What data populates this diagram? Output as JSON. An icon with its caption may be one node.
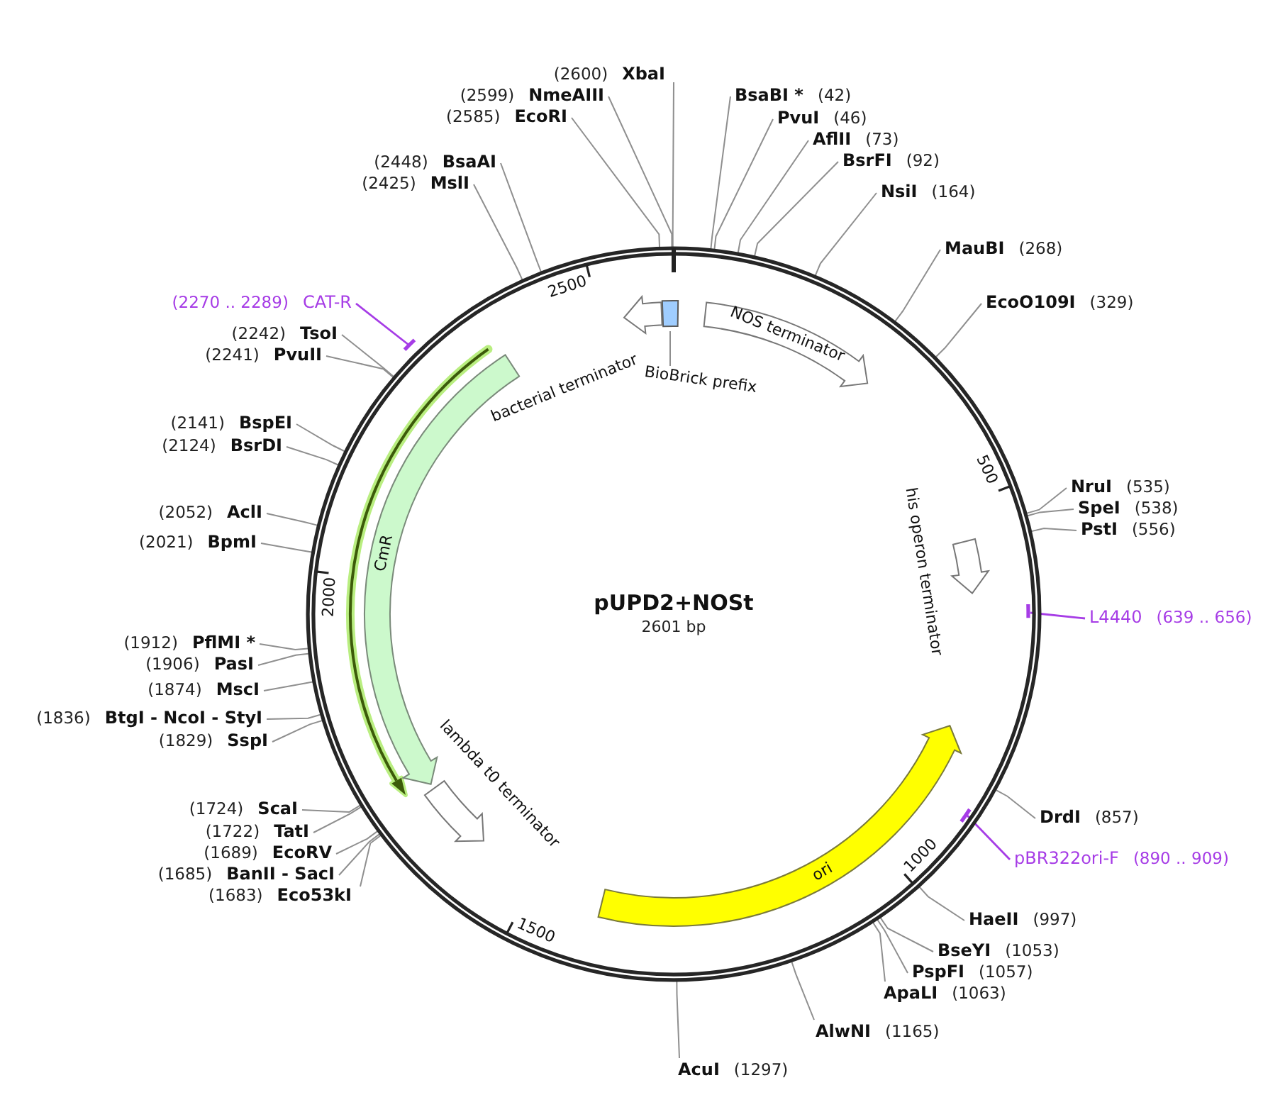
{
  "diagram": {
    "nodes": [
      {
        "text": [
          "pUPD2+NOSt",
          "2601 bp"
        ]
      },
      {
        "text": [],
        "shape": "box",
        "in": 0
      },
      {
        "text": [
          "BioBrick prefix"
        ],
        "in": 0
      },
      {
        "text": [
          "bacterial terminator"
        ],
        "in": 0
      },
      {
        "text": [
          "NOS terminator"
        ],
        "in": 0
      },
      {
        "text": [
          "his operon terminator"
        ],
        "in": 0
      },
      {
        "text": [
          "ori"
        ],
        "in": 0
      },
      {
        "text": [
          "lambda t0 terminator"
        ],
        "in": 0
      },
      {
        "text": [
          "CmR"
        ],
        "in": 0
      },
      {
        "text": [],
        "shape": "bar",
        "in": 0
      },
      {
        "text": [],
        "shape": "bar",
        "in": 0
      },
      {
        "text": [],
        "shape": "bar"
      },
      {
        "text": [
          "BsaBI *",
          "(42)"
        ]
      },
      {
        "text": [
          "PvuI",
          "(46)"
        ]
      },
      {
        "text": [
          "AflII",
          "(73)"
        ]
      },
      {
        "text": [
          "BsrFI",
          "(92)"
        ]
      },
      {
        "text": [
          "NsiI",
          "(164)"
        ]
      },
      {
        "text": [
          "MauBI",
          "(268)"
        ]
      },
      {
        "text": [
          "EcoO109I",
          "(329)"
        ]
      },
      {
        "text": [
          "NruI",
          "(535)"
        ]
      },
      {
        "text": [
          "SpeI",
          "(538)"
        ]
      },
      {
        "text": [
          "PstI",
          "(556)"
        ]
      },
      {
        "text": [
          "L4440",
          "(639 .. 656)"
        ]
      },
      {
        "text": [
          "DrdI",
          "(857)"
        ]
      },
      {
        "text": [
          "pBR322ori-F",
          "(890 .. 909)"
        ]
      },
      {
        "text": [
          "HaeII",
          "(997)"
        ]
      },
      {
        "text": [
          "BseYI",
          "(1053)"
        ]
      },
      {
        "text": [
          "PspFI",
          "(1057)"
        ]
      },
      {
        "text": [
          "ApaLI",
          "(1063)"
        ]
      },
      {
        "text": [
          "AlwNI",
          "(1165)"
        ]
      },
      {
        "text": [
          "AcuI",
          "(1297)"
        ]
      },
      {
        "text": [
          "(1683)",
          "Eco53kI"
        ]
      },
      {
        "text": [
          "(1685)",
          "BanII - SacI"
        ]
      },
      {
        "text": [
          "(1689)",
          "EcoRV"
        ]
      },
      {
        "text": [
          "(1722)",
          "TatI"
        ]
      },
      {
        "text": [
          "(1724)",
          "ScaI"
        ]
      },
      {
        "text": [
          "(1829)",
          "SspI"
        ]
      },
      {
        "text": [
          "(1836)",
          "BtgI - NcoI - StyI"
        ]
      },
      {
        "text": [
          "(1874)",
          "MscI"
        ]
      },
      {
        "text": [
          "(1906)",
          "PasI"
        ]
      },
      {
        "text": [
          "(1912)",
          "PflMI *"
        ]
      },
      {
        "text": [
          "(2021)",
          "BpmI"
        ]
      },
      {
        "text": [
          "(2052)",
          "AclI"
        ]
      },
      {
        "text": [
          "(2124)",
          "BsrDI"
        ]
      },
      {
        "text": [
          "(2141)",
          "BspEI"
        ]
      },
      {
        "text": [
          "(2241)",
          "PvuII"
        ]
      },
      {
        "text": [
          "(2242)",
          "TsoI"
        ]
      },
      {
        "text": [
          "(2270 .. 2289)",
          "CAT-R"
        ]
      },
      {
        "text": [
          "(2425)",
          "MslI"
        ]
      },
      {
        "text": [
          "(2448)",
          "BsaAI"
        ]
      },
      {
        "text": [
          "(2585)",
          "EcoRI"
        ]
      },
      {
        "text": [
          "(2599)",
          "NmeAIII"
        ]
      },
      {
        "text": [
          "(2600)",
          "XbaI"
        ]
      }
    ],
    "edges": [
      {
        "from": 2,
        "to": 1,
        "arrow": "none"
      },
      {
        "from": 12,
        "to": 0,
        "arrow": "none"
      },
      {
        "from": 13,
        "to": 0,
        "arrow": "none"
      },
      {
        "from": 14,
        "to": 0,
        "arrow": "none"
      },
      {
        "from": 15,
        "to": 0,
        "arrow": "none"
      },
      {
        "from": 16,
        "to": 0,
        "arrow": "none"
      },
      {
        "from": 17,
        "to": 0,
        "arrow": "none"
      },
      {
        "from": 18,
        "to": 0,
        "arrow": "none"
      },
      {
        "from": 19,
        "to": 0,
        "arrow": "none"
      },
      {
        "from": 20,
        "to": 0,
        "arrow": "none"
      },
      {
        "from": 21,
        "to": 0,
        "arrow": "none"
      },
      {
        "from": 22,
        "to": 9,
        "arrow": "none",
        "color": "#a63ce6"
      },
      {
        "from": 23,
        "to": 0,
        "arrow": "none"
      },
      {
        "from": 24,
        "to": 10,
        "arrow": "none",
        "color": "#a63ce6"
      },
      {
        "from": 25,
        "to": 0,
        "arrow": "none"
      },
      {
        "from": 26,
        "to": 0,
        "arrow": "none"
      },
      {
        "from": 27,
        "to": 0,
        "arrow": "none"
      },
      {
        "from": 28,
        "to": 0,
        "arrow": "none"
      },
      {
        "from": 29,
        "to": 0,
        "arrow": "none"
      },
      {
        "from": 30,
        "to": 0,
        "arrow": "none"
      },
      {
        "from": 31,
        "to": 0,
        "arrow": "none"
      },
      {
        "from": 32,
        "to": 0,
        "arrow": "none"
      },
      {
        "from": 33,
        "to": 0,
        "arrow": "none"
      },
      {
        "from": 34,
        "to": 0,
        "arrow": "none"
      },
      {
        "from": 35,
        "to": 0,
        "arrow": "none"
      },
      {
        "from": 36,
        "to": 0,
        "arrow": "none"
      },
      {
        "from": 37,
        "to": 0,
        "arrow": "none"
      },
      {
        "from": 38,
        "to": 0,
        "arrow": "none"
      },
      {
        "from": 39,
        "to": 0,
        "arrow": "none"
      },
      {
        "from": 40,
        "to": 0,
        "arrow": "none"
      },
      {
        "from": 41,
        "to": 0,
        "arrow": "none"
      },
      {
        "from": 42,
        "to": 0,
        "arrow": "none"
      },
      {
        "from": 43,
        "to": 0,
        "arrow": "none"
      },
      {
        "from": 44,
        "to": 0,
        "arrow": "none"
      },
      {
        "from": 45,
        "to": 0,
        "arrow": "none"
      },
      {
        "from": 46,
        "to": 0,
        "arrow": "none"
      },
      {
        "from": 47,
        "to": 11,
        "arrow": "none",
        "color": "#a63ce6"
      },
      {
        "from": 48,
        "to": 0,
        "arrow": "none"
      },
      {
        "from": 49,
        "to": 0,
        "arrow": "none"
      },
      {
        "from": 50,
        "to": 0,
        "arrow": "none"
      },
      {
        "from": 51,
        "to": 0,
        "arrow": "none"
      },
      {
        "from": 52,
        "to": 0,
        "arrow": "none"
      }
    ],
    "labels": [
      "2500",
      "500",
      "1000",
      "1500",
      "2000"
    ]
  }
}
